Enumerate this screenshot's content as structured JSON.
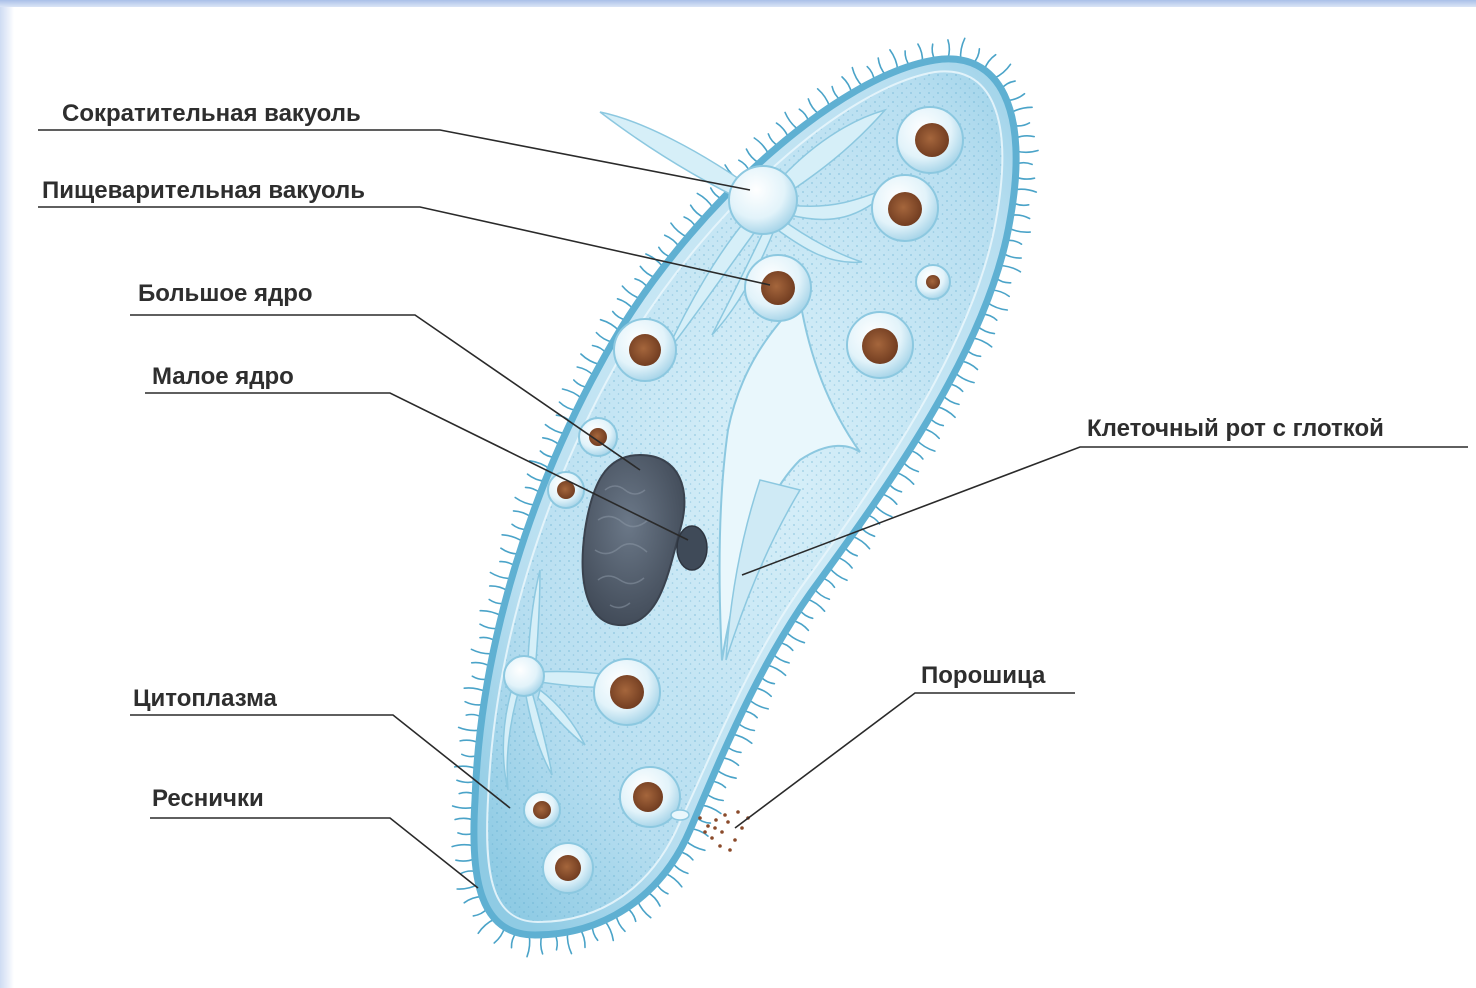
{
  "diagram": {
    "labels": {
      "contractile_vacuole": "Сократительная вакуоль",
      "digestive_vacuole": "Пищеварительная вакуоль",
      "macronucleus": "Большое ядро",
      "micronucleus": "Малое ядро",
      "cell_mouth": "Клеточный рот с глоткой",
      "anal_pore": "Порошица",
      "cytoplasm": "Цитоплазма",
      "cilia": "Реснички"
    },
    "colors": {
      "cell_fill": "#bfe3f2",
      "cell_edge": "#5fb0d2",
      "cilia": "#4aa3c8",
      "food": "#8a4a2a",
      "nucleus": "#4e5a68",
      "leader": "#2a2a2a",
      "text": "#2e2e2e"
    }
  }
}
